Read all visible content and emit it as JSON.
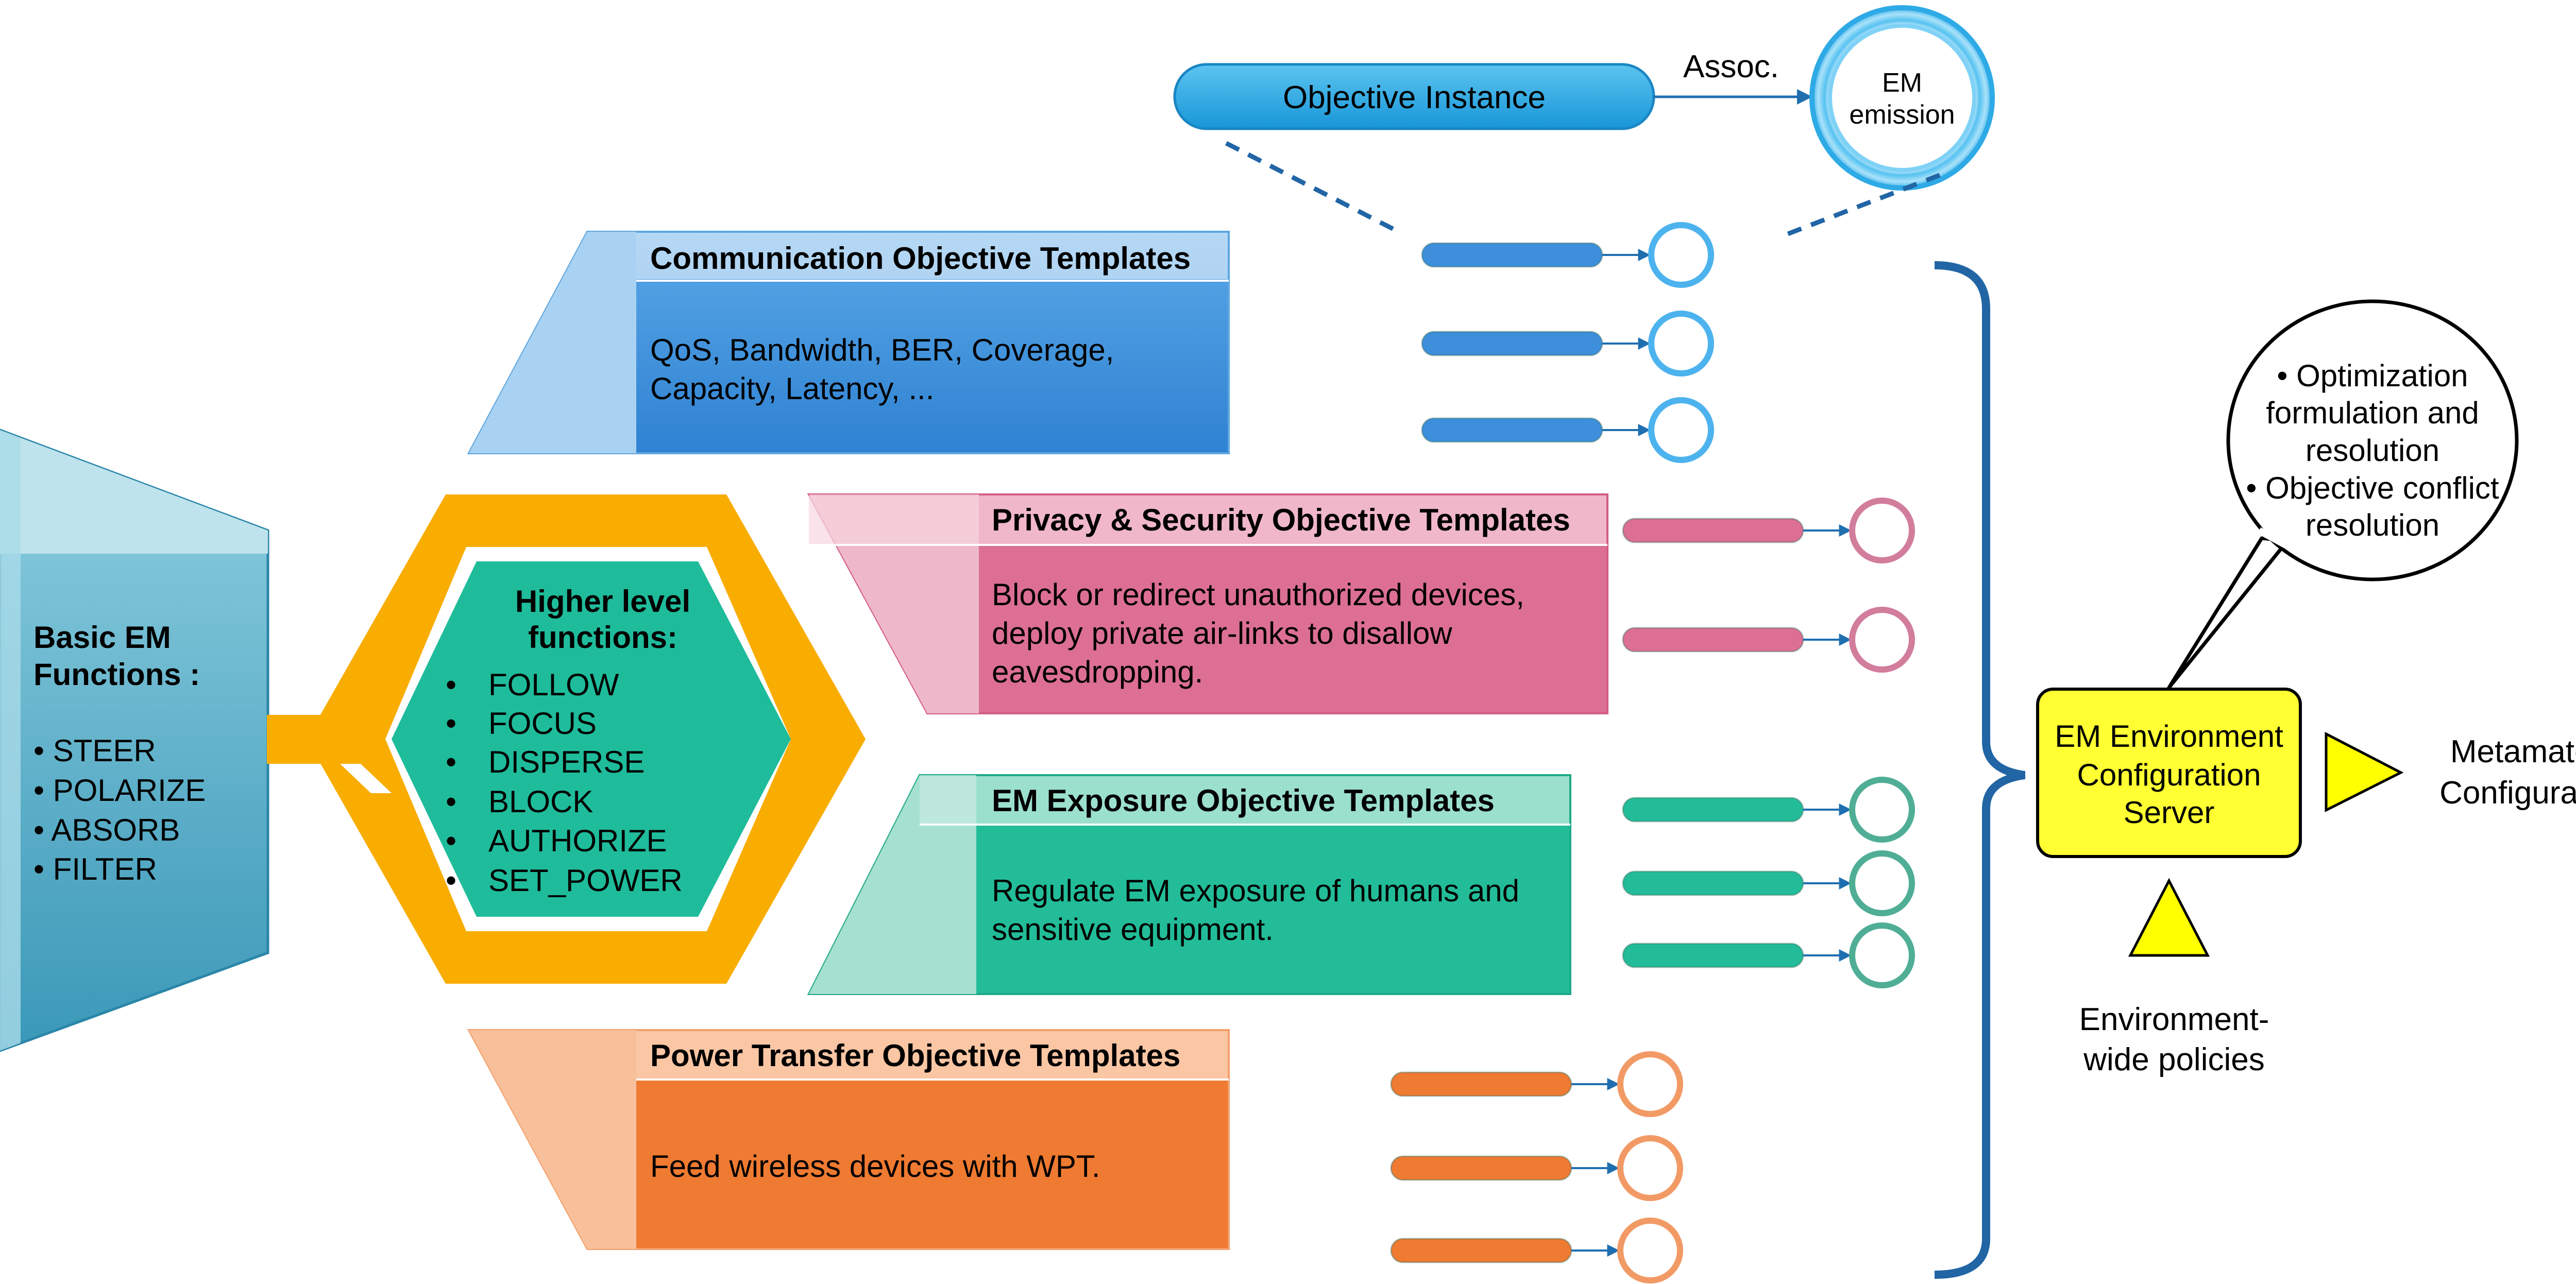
{
  "colors": {
    "communication": "#3d8fdc",
    "privacy": "#dc6f93",
    "exposure": "#22bc98",
    "power": "#ef7a31",
    "hexagon_ring": "#f8ad00",
    "hexagon_inner": "#1fbc9b",
    "basic_em": "#53a9c7",
    "server": "#ffff33",
    "brace": "#2165a5",
    "instance": "#1fa5e3"
  },
  "basic_em": {
    "title_line1": "Basic EM",
    "title_line2": "Functions :",
    "items": [
      "• STEER",
      "• POLARIZE",
      "• ABSORB",
      "• FILTER"
    ]
  },
  "higher_level": {
    "title_line1": "Higher level",
    "title_line2": "functions:",
    "items": [
      "FOLLOW",
      "FOCUS",
      "DISPERSE",
      "BLOCK",
      "AUTHORIZE",
      "SET_POWER"
    ],
    "bullet": "•"
  },
  "templates": {
    "communication": {
      "title": "Communication Objective Templates",
      "lines": [
        "QoS, Bandwidth, BER, Coverage,",
        "Capacity, Latency, ..."
      ]
    },
    "privacy": {
      "title": "Privacy & Security Objective Templates",
      "lines": [
        "Block or redirect unauthorized devices,",
        "deploy private air-links to disallow",
        "eavesdropping."
      ]
    },
    "exposure": {
      "title": "EM Exposure Objective Templates",
      "lines": [
        "Regulate EM exposure of humans and",
        "sensitive equipment."
      ]
    },
    "power": {
      "title": "Power Transfer Objective Templates",
      "lines": [
        "Feed wireless devices with WPT."
      ]
    }
  },
  "objective_instance": {
    "label": "Objective Instance",
    "assoc_label": "Assoc.",
    "emission_line1": "EM",
    "emission_line2": "emission"
  },
  "server": {
    "lines": [
      "EM Environment",
      "Configuration",
      "Server"
    ]
  },
  "speech_bubble": {
    "lines": [
      "• Optimization",
      "formulation and",
      "resolution",
      "• Objective conflict",
      "resolution"
    ]
  },
  "outputs": {
    "metamaterial_line1": "Metamaterial",
    "metamaterial_line2": "Configurations",
    "policies_line1": "Environment-",
    "policies_line2": "wide policies"
  }
}
